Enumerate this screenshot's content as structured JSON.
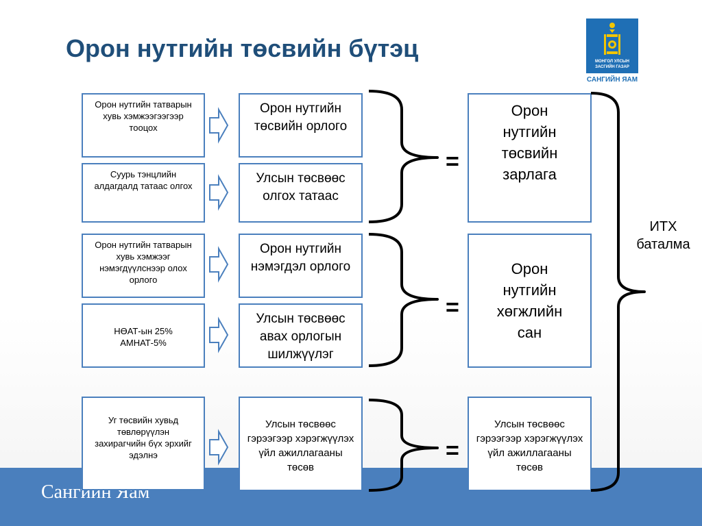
{
  "title": "Орон нутгийн төсвийн бүтэц",
  "logo": {
    "text_line1": "МОНГОЛ УЛСЫН",
    "text_line2": "ЗАСГИЙН ГАЗАР",
    "caption": "САНГИЙН ЯАМ",
    "colors": {
      "background": "#1f6fb5",
      "emblem": "#f2c500"
    }
  },
  "footer": {
    "text": "Сангийн Яам",
    "color": "#4a7fbd"
  },
  "row1": {
    "left_a": "Орон нутгийн татварын хувь хэмжээгээгээр тооцох",
    "left_b": "Суурь тэнцлийн алдагдалд татаас олгох",
    "mid_a": "Орон нутгийн төсвийн орлого",
    "mid_b": "Улсын төсвөөс олгох татаас",
    "equals": "=",
    "right": "Орон нутгийн төсвийн зарлага"
  },
  "row2": {
    "left_a": "Орон нутгийн татварын хувь хэмжээг нэмэгдүүлснээр олох орлого",
    "left_b": "НӨАТ-ын 25%\nАМНАТ-5%",
    "mid_a": "Орон нутгийн нэмэгдэл орлого",
    "mid_b": "Улсын төсвөөс авах орлогын шилжүүлэг",
    "equals": "=",
    "right": "Орон нутгийн хөгжлийн сан"
  },
  "row3": {
    "left": "Уг төсвийн хувьд төвлөрүүлэн захирагчийн бүх эрхийг эдэлнэ",
    "mid": "Улсын төсвөөс гэрээгээр хэрэгжүүлэх үйл ажиллагааны төсөв",
    "equals": "=",
    "right": "Улсын төсвөөс гэрээгээр хэрэгжүүлэх үйл ажиллагааны төсөв"
  },
  "approval": "ИТХ баталма",
  "colors": {
    "title": "#1f4e79",
    "box_border": "#4a7fbd",
    "footer_bar": "#4a7fbd"
  }
}
